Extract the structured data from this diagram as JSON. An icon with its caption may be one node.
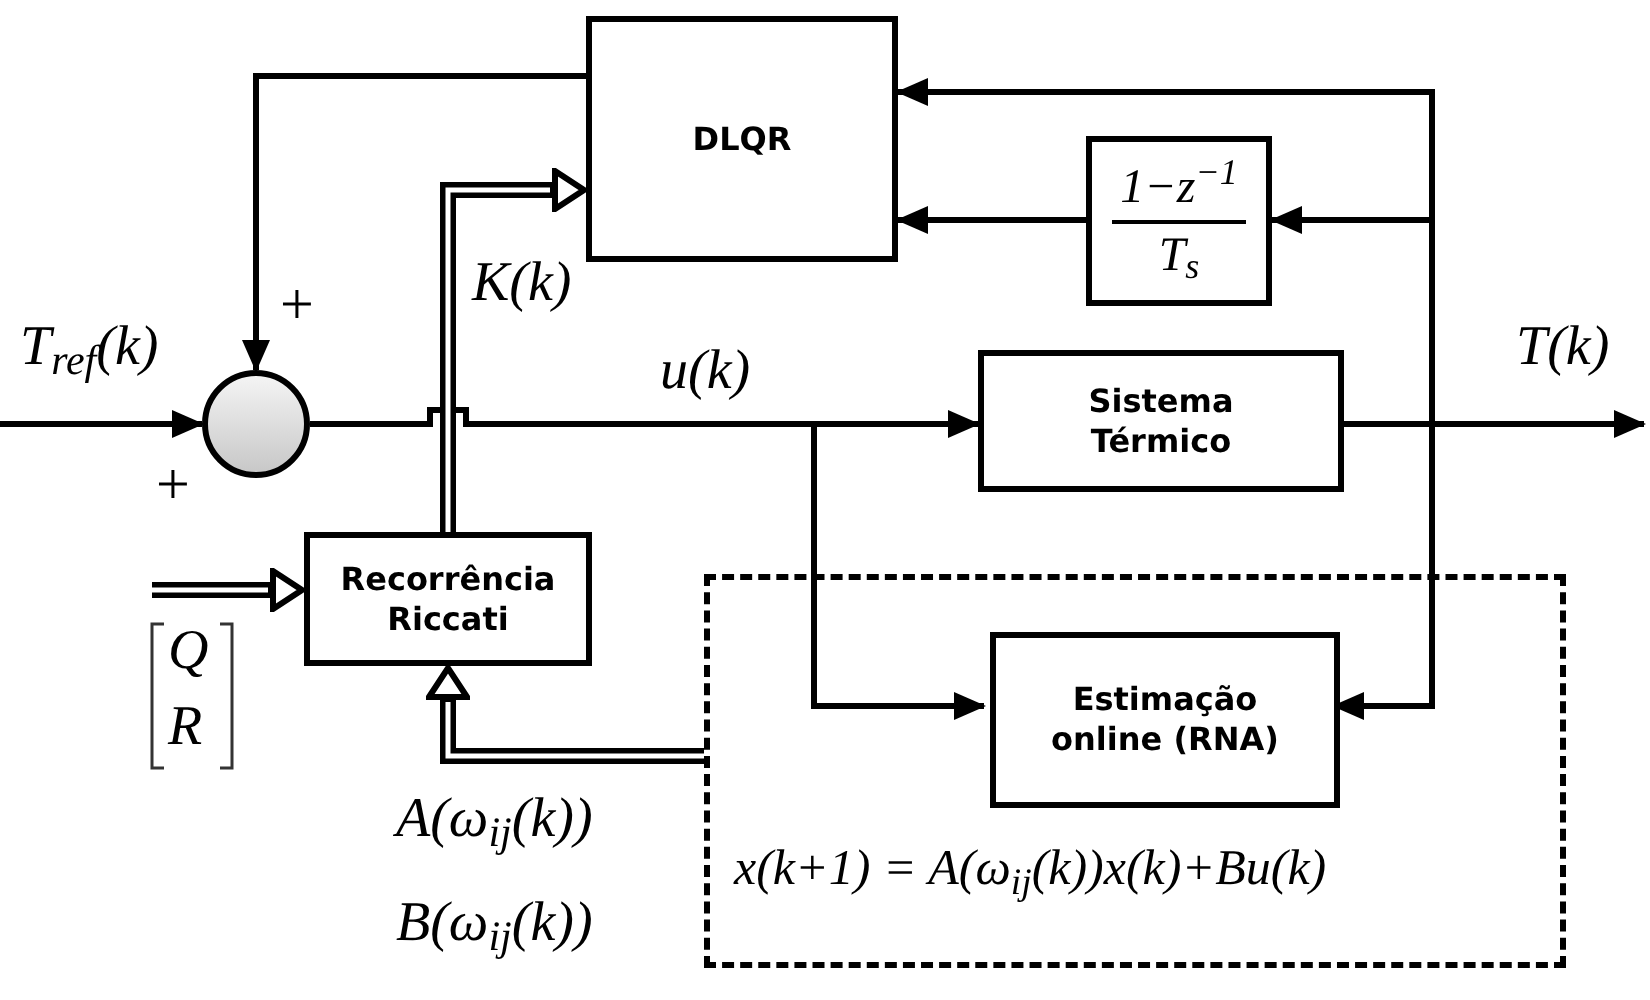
{
  "diagram": {
    "nodes": [
      {
        "text": [
          "DLQR"
        ]
      },
      {
        "text": [
          "1−z$^{−1}$",
          "T$_{s}$"
        ]
      },
      {
        "text": [],
        "shape": "circle"
      },
      {
        "text": [
          "Sistema Térmico"
        ]
      },
      {
        "text": [
          "Recorrência Riccati"
        ]
      },
      {
        "text": [
          "x(k+1) = A(ω$_{ij}$(k))x(k)+Bu(k)"
        ]
      },
      {
        "text": [
          "Estimação online (RNA)"
        ],
        "in": 5
      }
    ],
    "edges": [
      {
        "from": null,
        "to": 2,
        "arrow": "to",
        "label": "T$_{ref}$(k)"
      },
      {
        "from": 0,
        "to": 2,
        "arrow": "to"
      },
      {
        "from": 2,
        "to": 3,
        "arrow": "to",
        "label": "u(k)"
      },
      {
        "from": 3,
        "to": null,
        "arrow": "to",
        "label": "T(k)"
      },
      {
        "from": 3,
        "to": 0,
        "arrow": "to"
      },
      {
        "from": 3,
        "to": 1,
        "arrow": "to"
      },
      {
        "from": 1,
        "to": 0,
        "arrow": "to"
      },
      {
        "from": 3,
        "to": 6,
        "arrow": "to"
      },
      {
        "from": 2,
        "to": 6,
        "arrow": "to"
      },
      {
        "from": 4,
        "to": 0,
        "arrow": "to",
        "label": "K(k)",
        "style": "thick"
      },
      {
        "from": null,
        "to": 4,
        "arrow": "to",
        "style": "thick"
      },
      {
        "from": 5,
        "to": 4,
        "arrow": "to",
        "style": "thick"
      }
    ],
    "labels": [
      "+",
      "+",
      "Q",
      "R",
      "A(ω$_{ij}$(k))",
      "B(ω$_{ij}$(k))"
    ]
  }
}
